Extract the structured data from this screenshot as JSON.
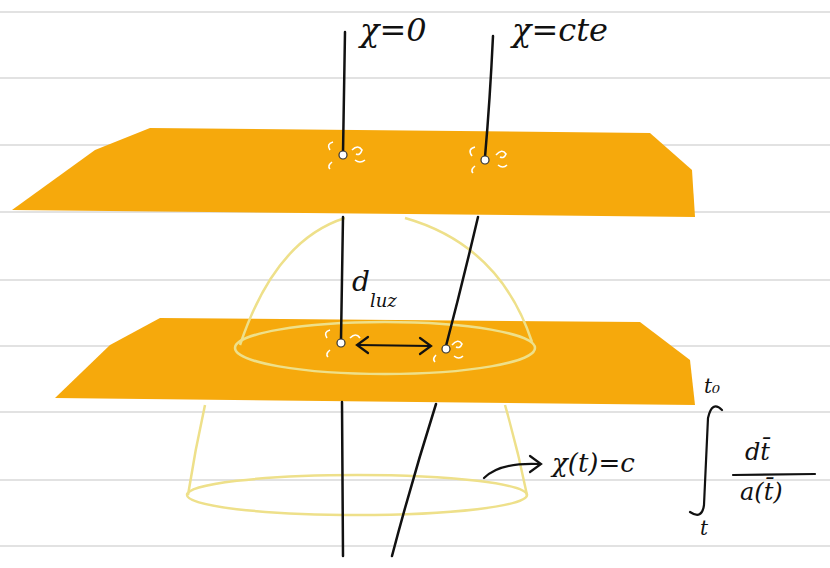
{
  "diagram": {
    "labels": [
      "χ=0",
      "χ=cte",
      "d",
      "luz",
      "χ(t)=c",
      "t₀",
      "dt̄",
      "a(t̄)",
      "t"
    ]
  }
}
